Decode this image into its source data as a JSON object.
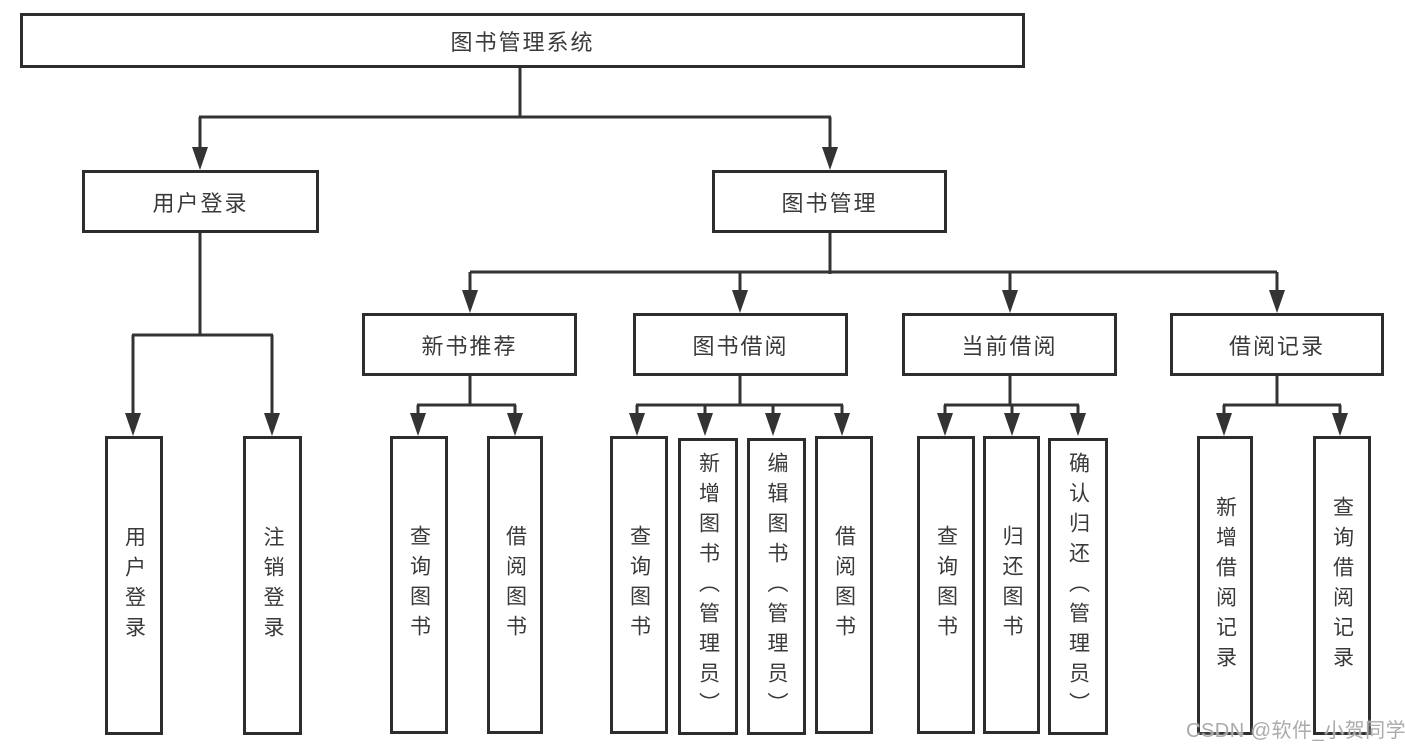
{
  "tree": {
    "root": {
      "label": "图书管理系统"
    },
    "children": [
      {
        "label": "用户登录",
        "children": [
          {
            "label": "用户登录"
          },
          {
            "label": "注销登录"
          }
        ]
      },
      {
        "label": "图书管理",
        "children": [
          {
            "label": "新书推荐",
            "children": [
              {
                "label": "查询图书"
              },
              {
                "label": "借阅图书"
              }
            ]
          },
          {
            "label": "图书借阅",
            "children": [
              {
                "label": "查询图书"
              },
              {
                "label": "新增图书（管理员）"
              },
              {
                "label": "编辑图书（管理员）"
              },
              {
                "label": "借阅图书"
              }
            ]
          },
          {
            "label": "当前借阅",
            "children": [
              {
                "label": "查询图书"
              },
              {
                "label": "归还图书"
              },
              {
                "label": "确认归还（管理员）"
              }
            ]
          },
          {
            "label": "借阅记录",
            "children": [
              {
                "label": "新增借阅记录"
              },
              {
                "label": "查询借阅记录"
              }
            ]
          }
        ]
      }
    ]
  },
  "watermark": {
    "text": "CSDN @软件_小贺同学"
  },
  "colors": {
    "line": "#333333",
    "box_border": "#2d2d2d",
    "text": "#3a3a3a",
    "background": "#ffffff",
    "watermark": "#ababab"
  }
}
